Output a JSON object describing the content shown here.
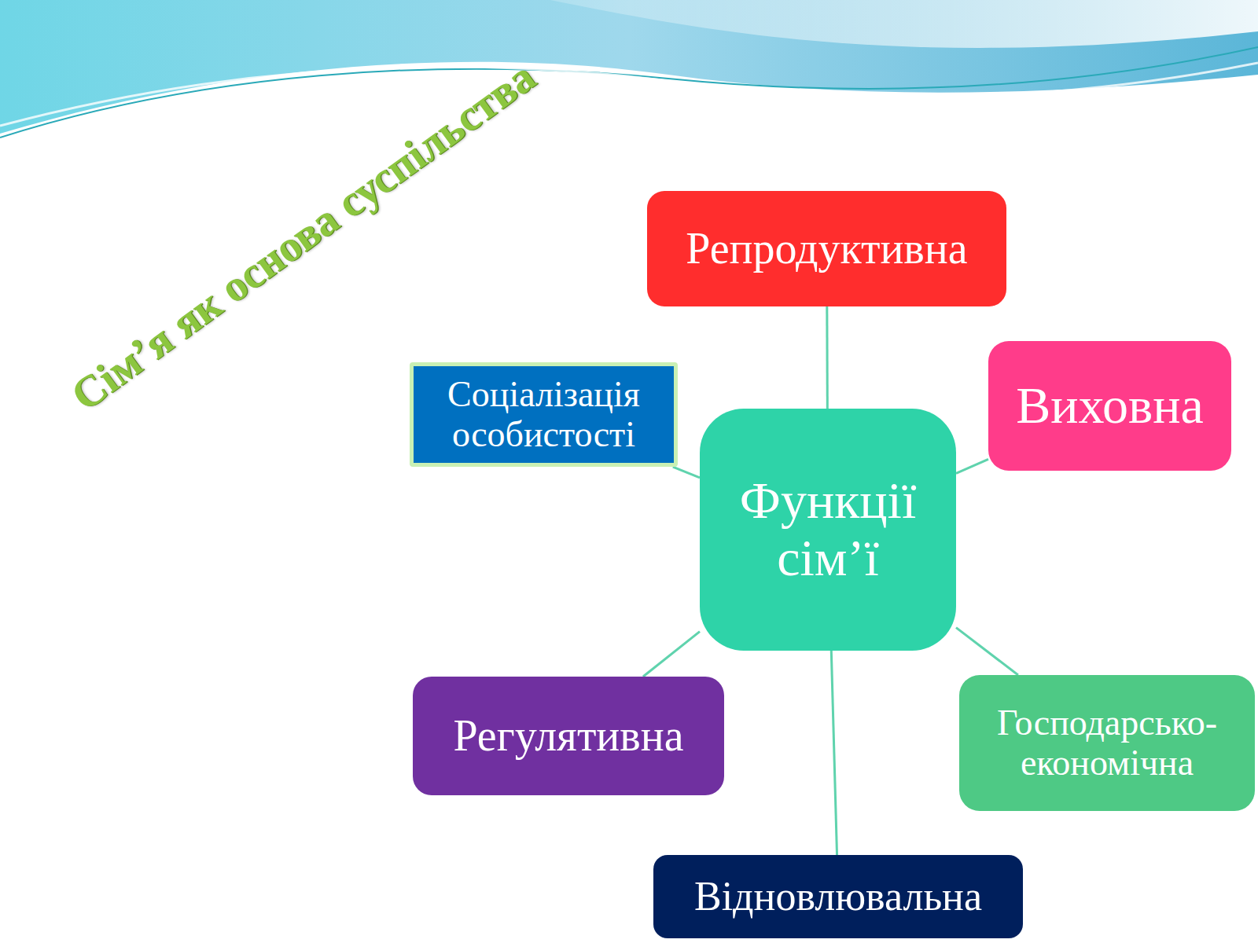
{
  "diagram": {
    "title": "Сім’я як основа суспільства",
    "nodes": [
      {
        "text": [
          "Репродуктивна"
        ]
      },
      {
        "text": [
          "Соціалізація особистості"
        ]
      },
      {
        "text": [
          "Виховна"
        ]
      },
      {
        "text": [
          "Функції сім’ї"
        ]
      },
      {
        "text": [
          "Регулятивна"
        ]
      },
      {
        "text": [
          "Господарсько-економічна"
        ]
      },
      {
        "text": [
          "Відновлювальна"
        ]
      }
    ],
    "edges": [
      {
        "from": 3,
        "to": 0,
        "arrow": "none"
      },
      {
        "from": 3,
        "to": 1,
        "arrow": "none"
      },
      {
        "from": 3,
        "to": 2,
        "arrow": "none"
      },
      {
        "from": 3,
        "to": 4,
        "arrow": "none"
      },
      {
        "from": 3,
        "to": 5,
        "arrow": "none"
      },
      {
        "from": 3,
        "to": 6,
        "arrow": "none"
      }
    ]
  }
}
